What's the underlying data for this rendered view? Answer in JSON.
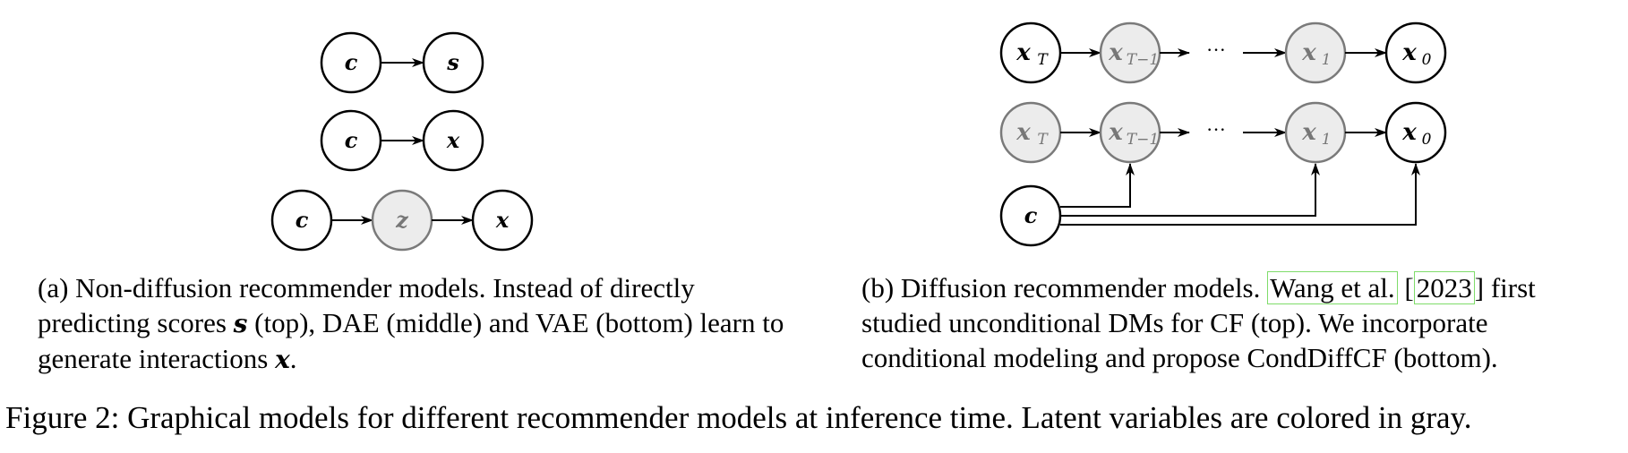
{
  "diagram_a": {
    "row1": {
      "from": "c",
      "to": "s"
    },
    "row2": {
      "from": "c",
      "to": "x"
    },
    "row3": {
      "from": "c",
      "mid": "z",
      "to": "x"
    }
  },
  "diagram_b": {
    "top_row": [
      "x",
      "x",
      "x",
      "x"
    ],
    "top_subs": [
      "T",
      "T−1",
      "1",
      "0"
    ],
    "bottom_row": [
      "x",
      "x",
      "x",
      "x"
    ],
    "bottom_subs": [
      "T",
      "T−1",
      "1",
      "0"
    ],
    "cond": "c",
    "ellipsis": "···"
  },
  "caption_a": {
    "label": "(a) Non-diffusion recommender models. Instead of directly predicting scores",
    "sym_s": "s",
    "mid": "(top), DAE (middle) and VAE (bottom) learn to generate interactions",
    "sym_x": "x",
    "end": "."
  },
  "caption_b": {
    "label": "(b) Diffusion recommender models.",
    "cite_author": "Wang et al.",
    "bracket_open": "[",
    "cite_year": "2023",
    "bracket_close": "]",
    "rest": "first studied unconditional DMs for CF (top). We incorporate conditional modeling and propose CondDiffCF (bottom)."
  },
  "figure_caption": "Figure 2: Graphical models for different recommender models at inference time. Latent variables are colored in gray.",
  "colors": {
    "latent_fill": "#ececec",
    "latent_stroke": "#7a7a7a",
    "latent_text": "#777777",
    "cite_box": "#7fdc6a"
  }
}
